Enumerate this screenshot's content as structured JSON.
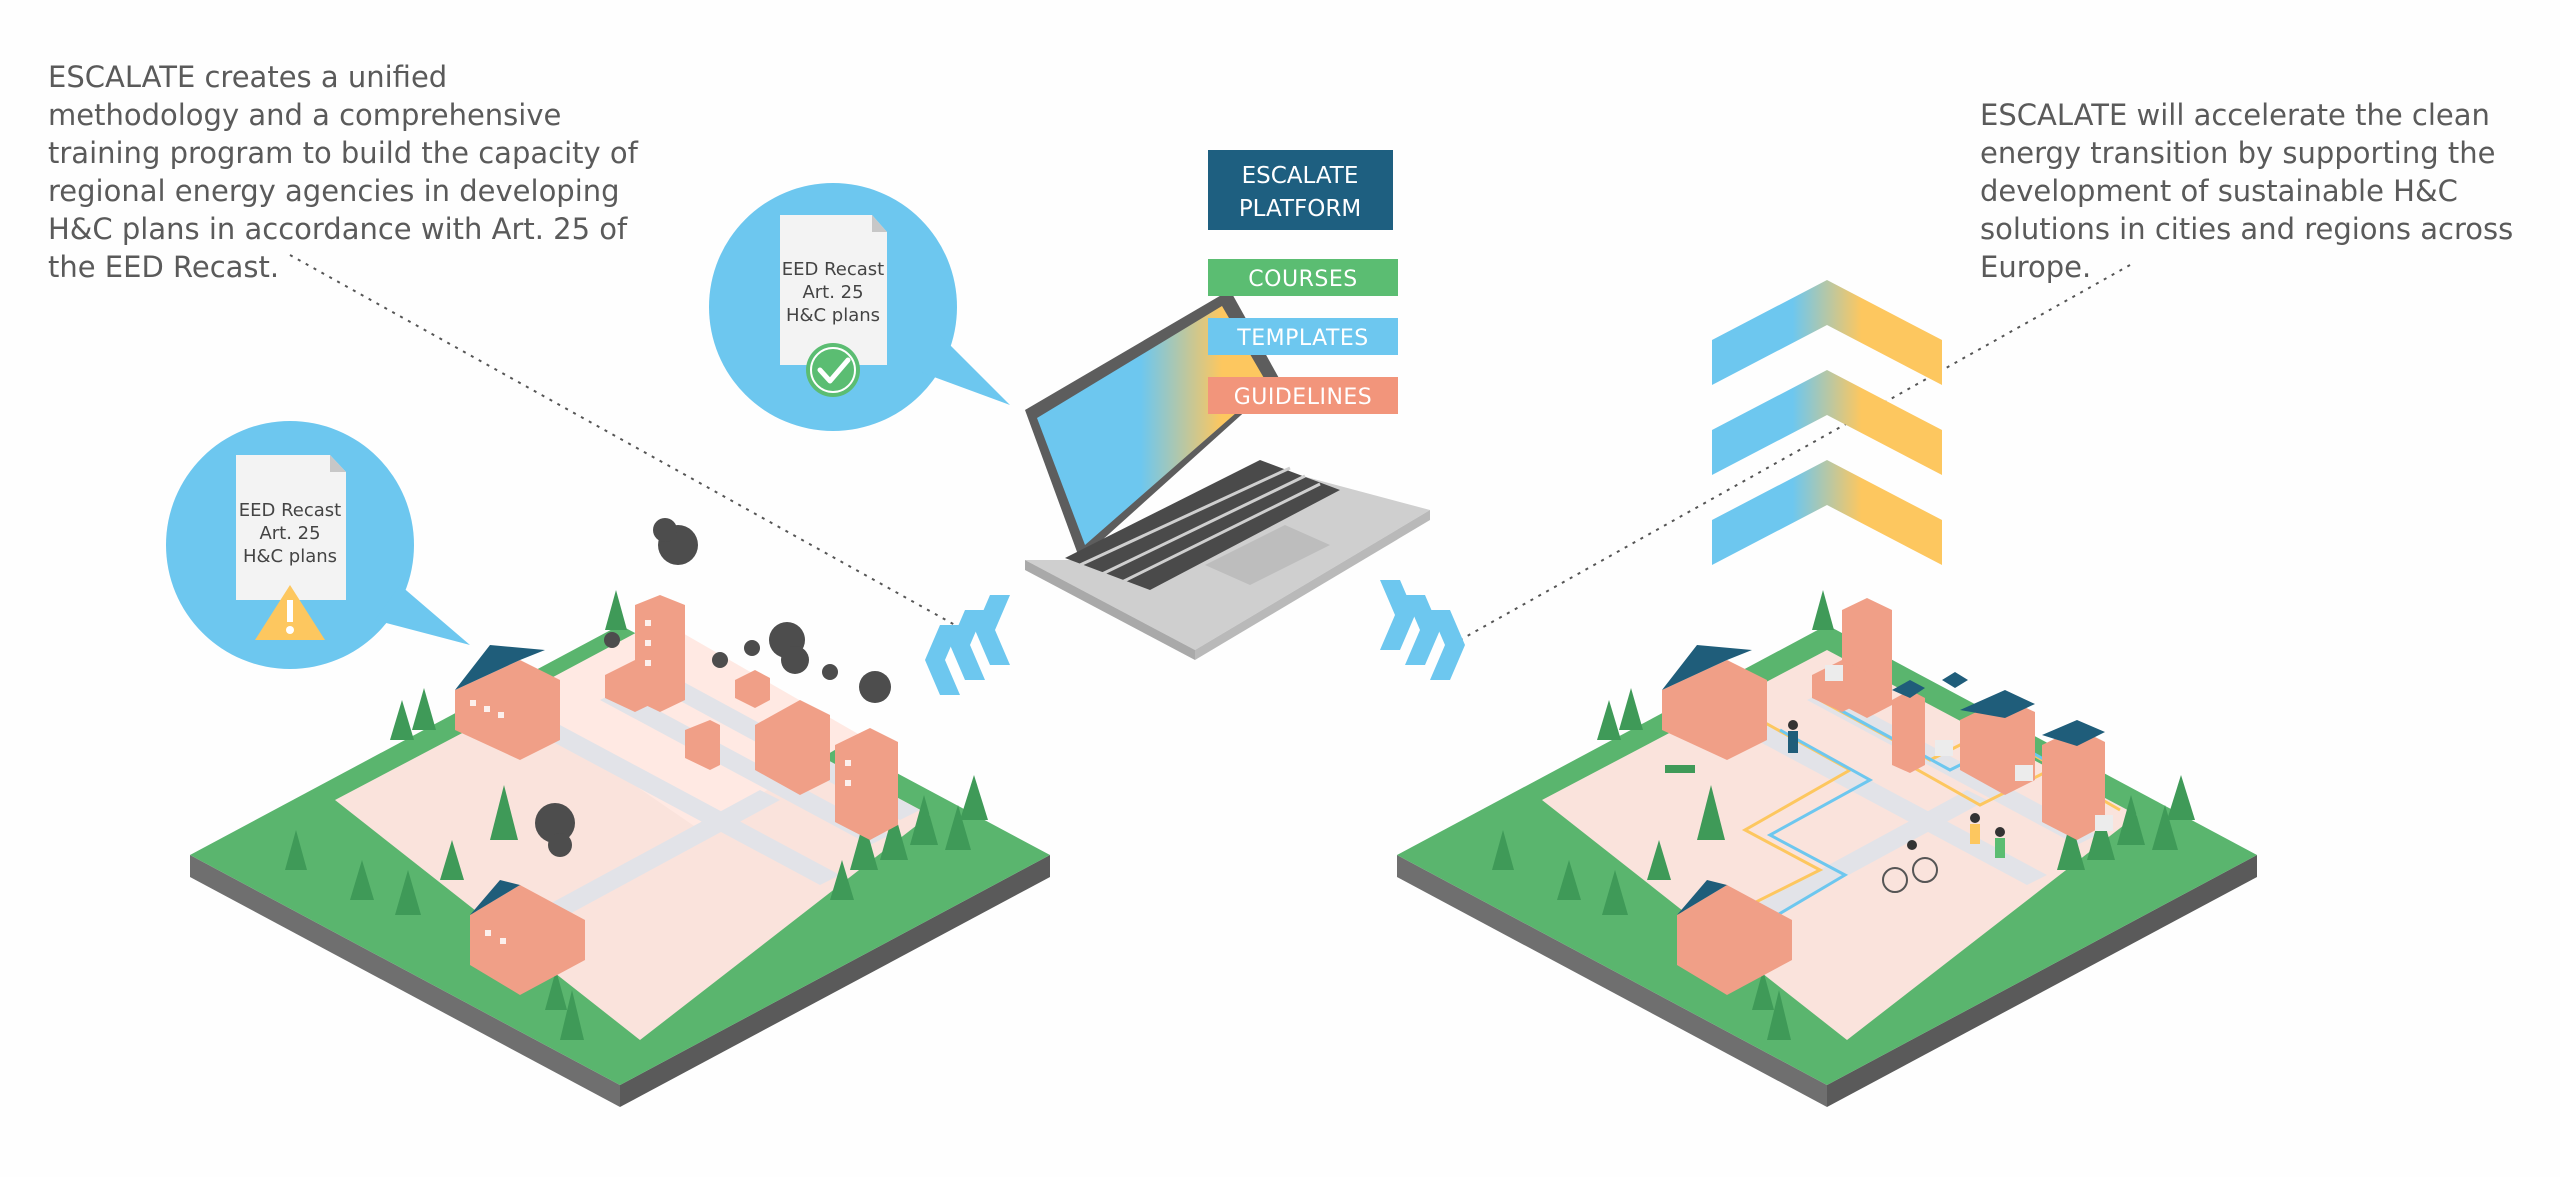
{
  "intro_text": "ESCALATE creates a unified methodology and a comprehensive training program to build the capacity of regional energy agencies in developing H&C plans in accordance with Art. 25 of the EED Recast.",
  "outcome_text": "ESCALATE will accelerate the clean energy transition by supporting the development of sustainable H&C solutions in cities and regions across Europe.",
  "doc_before": {
    "line1": "EED Recast",
    "line2": "Art. 25",
    "line3": "H&C plans",
    "status_icon": "warning-icon"
  },
  "doc_mid": {
    "line1": "EED Recast",
    "line2": "Art. 25",
    "line3": "H&C plans",
    "status_icon": "check-icon"
  },
  "platform": {
    "line1": "ESCALATE",
    "line2": "PLATFORM"
  },
  "menu": {
    "courses": "COURSES",
    "templates": "TEMPLATES",
    "guidelines": "GUIDELINES"
  },
  "colors": {
    "bubble": "#6dc7ef",
    "platform": "#1e5f80",
    "courses": "#5bbd72",
    "templates": "#6dc7ef",
    "guidelines": "#f2957b",
    "grass": "#5ab56e",
    "accent_yellow": "#fdc75f"
  }
}
